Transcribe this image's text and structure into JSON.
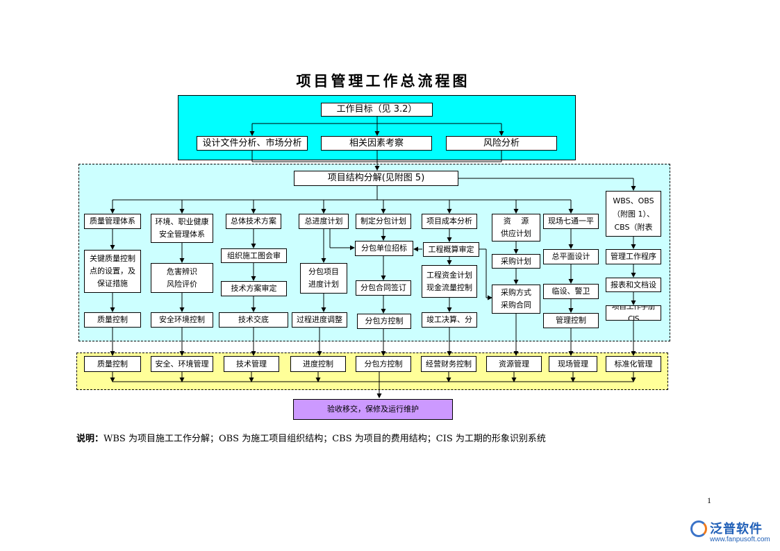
{
  "title": "项目管理工作总流程图",
  "goal": {
    "target": "工作目标（见 3.2）",
    "analysis": [
      "设计文件分析、市场分析",
      "相关因素考察",
      "风险分析"
    ]
  },
  "structure": {
    "wbs": "项目结构分解(见附图 5)",
    "side_box": "WBS、OBS\n（附图 1）、\nCBS（附表"
  },
  "columns": [
    {
      "head": "质量管理体系",
      "mid": "关键质量控制\n点的设置，及\n保证措施",
      "foot": "质量控制"
    },
    {
      "head": "环境、职业健康\n安全管理体系",
      "mid": "危害辨识\n风险评价",
      "foot": "安全环境控制"
    },
    {
      "head": "总体技术方案",
      "mid1": "组织施工图会审",
      "mid2": "技术方案审定",
      "foot": "技术交底"
    },
    {
      "head": "总进度计划",
      "mid": "分包项目\n进度计划",
      "foot": "过程进度调整"
    },
    {
      "head": "制定分包计划",
      "mid1": "分包单位招标",
      "mid2": "分包合同签订",
      "foot": "分包方控制"
    },
    {
      "head": "项目成本分析",
      "mid1": "工程概算审定",
      "mid2": "工程资金计划\n现金流量控制",
      "foot": "竣工决算、分"
    },
    {
      "head": "资　 源\n供应计划",
      "mid1": "采购计划",
      "mid2": "采购方式\n采购合同"
    },
    {
      "head": "现场七通一平",
      "mid1": "总平面设计",
      "mid2": "临设、警卫",
      "foot": "管理控制"
    },
    {
      "head": "管理工作程序",
      "mid1": "报表和文档设",
      "mid2": "项目工作手册CIS"
    }
  ],
  "controls": [
    "质量控制",
    "安全、环境管理",
    "技术管理",
    "进度控制",
    "分包方控制",
    "经营财务控制",
    "资源管理",
    "现场管理",
    "标准化管理"
  ],
  "final": "验收移交，保修及运行维护",
  "note_label": "说明：",
  "note_text": "WBS 为项目施工工作分解；OBS 为施工项目组织结构；CBS 为项目的费用结构；CIS 为工期的形象识别系统",
  "page_number": "1",
  "logo": {
    "name": "泛普软件",
    "url": "www.fanpusoft.com"
  }
}
